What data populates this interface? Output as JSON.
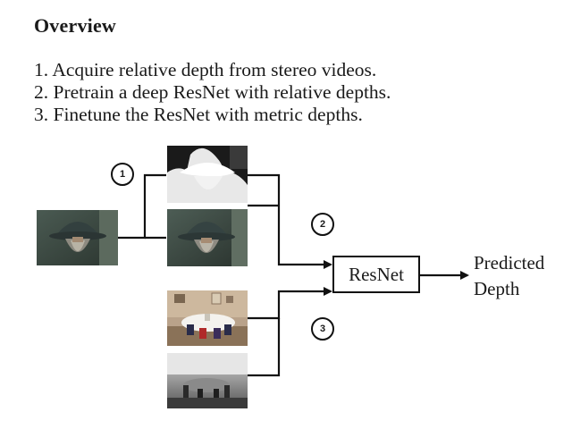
{
  "title": "Overview",
  "steps": [
    "1. Acquire relative depth from stereo videos.",
    "2. Pretrain a deep ResNet with relative depths.",
    "3. Finetune the ResNet with metric depths."
  ],
  "badges": {
    "one": "1",
    "two": "2",
    "three": "3"
  },
  "resnet_label": "ResNet",
  "output": {
    "line1": "Predicted",
    "line2": "Depth"
  },
  "icons": {
    "input_frame": "wizard-photo",
    "depth_map": "relative-depth-map",
    "rgb_frame": "wizard-photo",
    "room_rgb": "dining-room-photo",
    "room_depth": "metric-depth-map"
  },
  "colors": {
    "line": "#111111",
    "text": "#1a1a1a"
  }
}
